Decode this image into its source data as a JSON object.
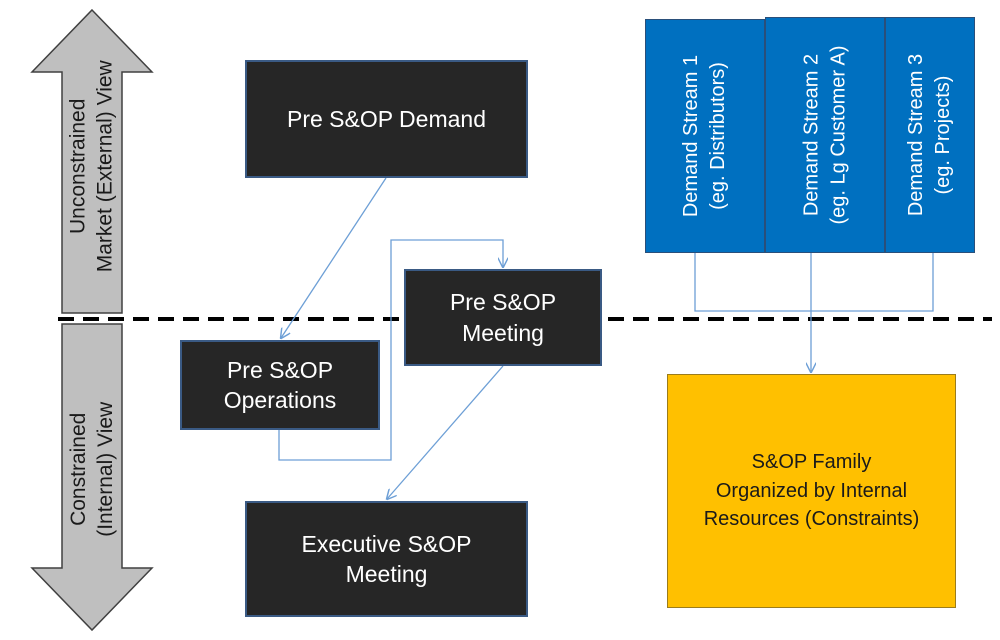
{
  "left_arrows": {
    "upper": {
      "lines": [
        "Unconstrained",
        "Market (External) View"
      ]
    },
    "lower": {
      "lines": [
        "Constrained",
        "(Internal) View"
      ]
    }
  },
  "boxes": {
    "pre_demand": {
      "label": "Pre S&OP Demand"
    },
    "pre_operations": {
      "lines": [
        "Pre S&OP",
        "Operations"
      ]
    },
    "pre_meeting": {
      "lines": [
        "Pre S&OP",
        "Meeting"
      ]
    },
    "executive": {
      "lines": [
        "Executive S&OP",
        "Meeting"
      ]
    }
  },
  "streams": [
    {
      "lines": [
        "Demand Stream 1",
        "(eg. Distributors)"
      ]
    },
    {
      "lines": [
        "Demand Stream 2",
        "(eg. Lg Customer A)"
      ]
    },
    {
      "lines": [
        "Demand Stream 3",
        "(eg. Projects)"
      ]
    }
  ],
  "family": {
    "lines": [
      "S&OP Family",
      "Organized by Internal",
      "Resources (Constraints)"
    ]
  },
  "colors": {
    "dark_box": "#262626",
    "stream_box": "#0070c0",
    "family_box": "#ffc000",
    "arrow_fill": "#bfbfbf",
    "connector": "#6d9fd6",
    "divider": "#000000"
  }
}
